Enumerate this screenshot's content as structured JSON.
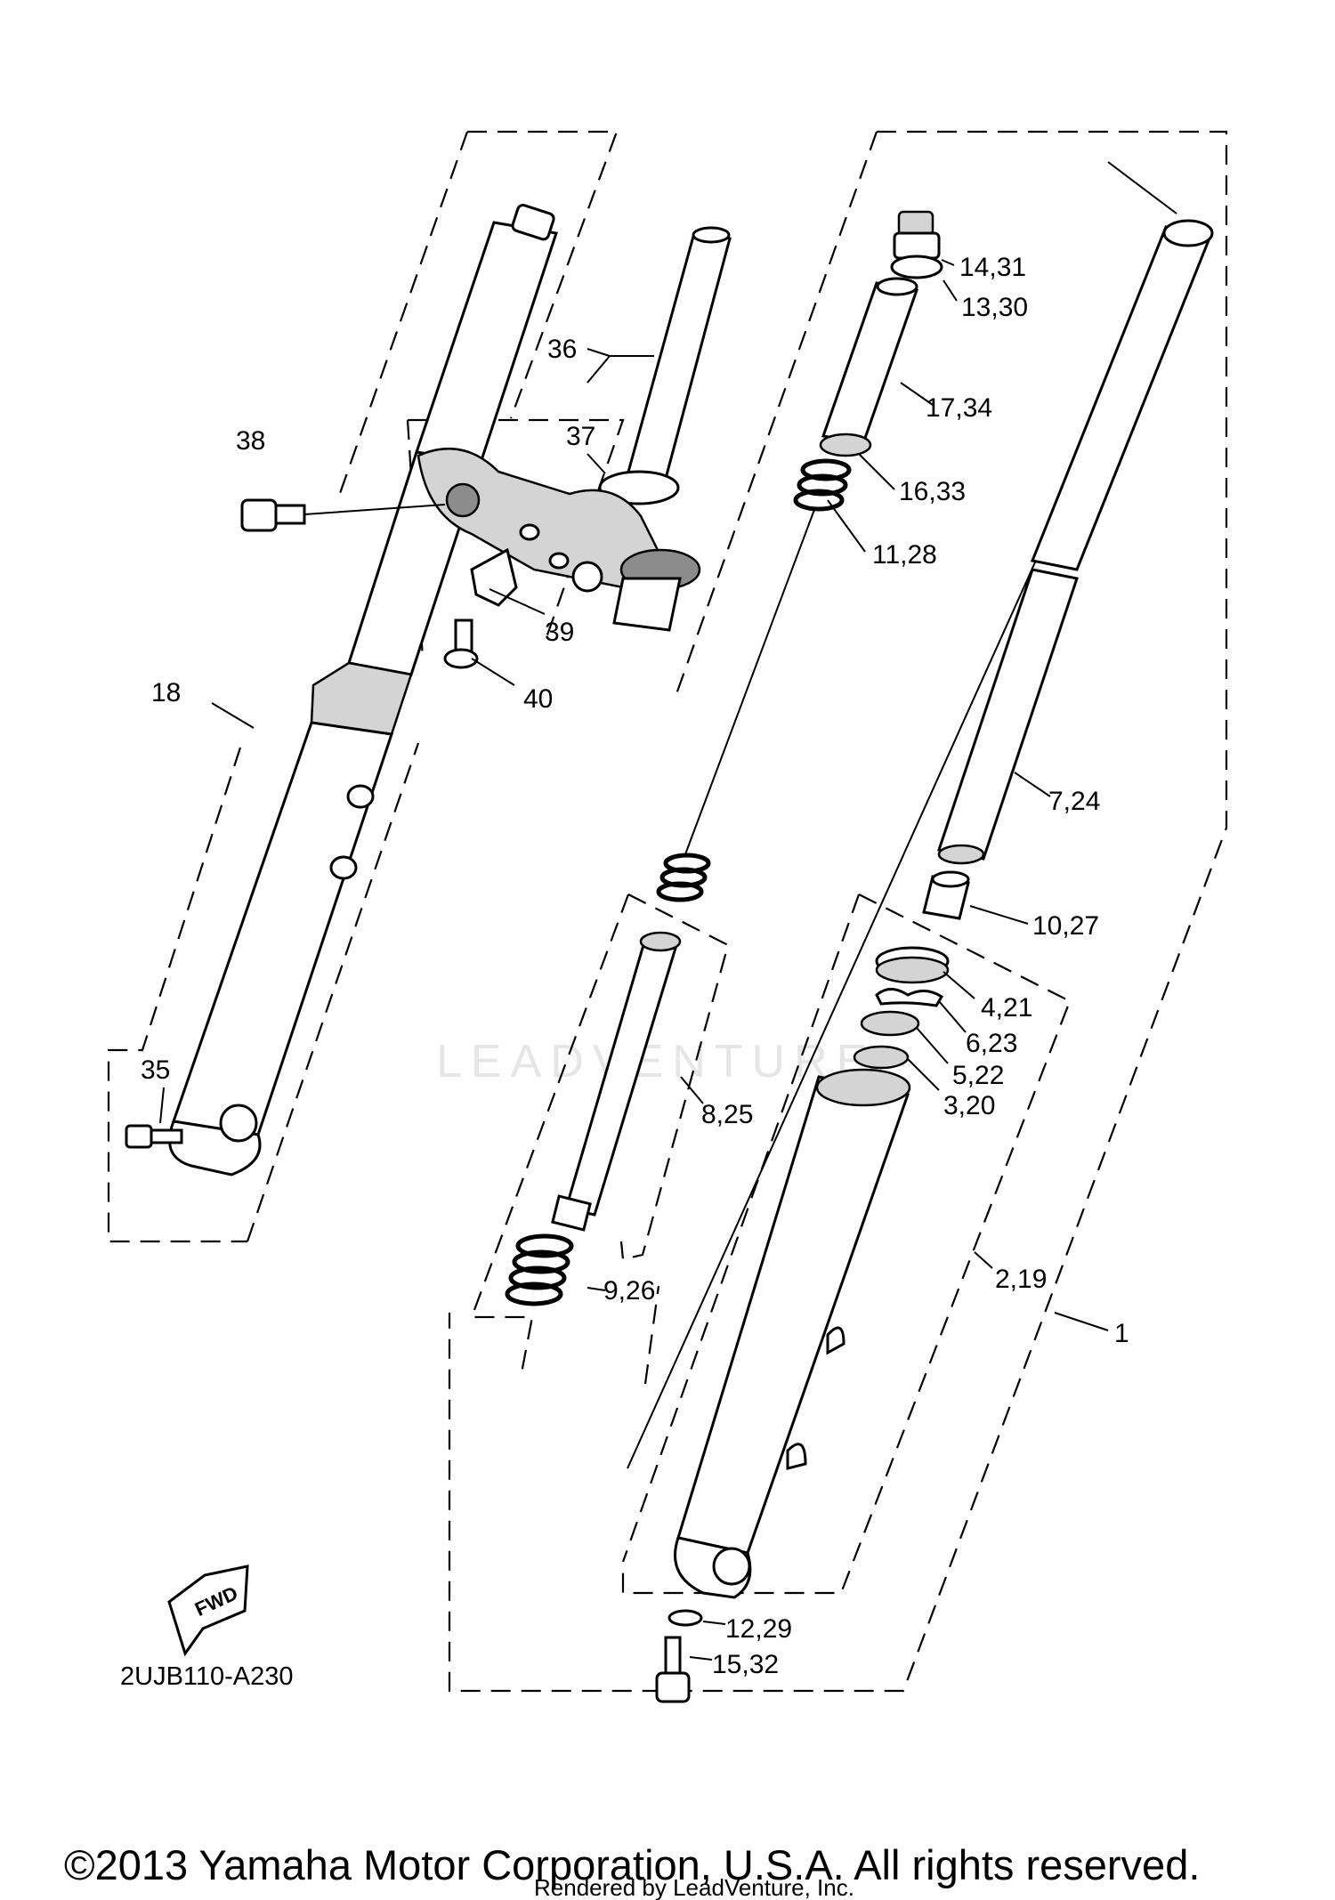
{
  "diagram_code": "2UJB110-A230",
  "fwd_label": "FWD",
  "copyright": "©2013 Yamaha Motor Corporation, U.S.A. All rights reserved.",
  "rendered_by": "Rendered by LeadVenture, Inc.",
  "watermark": "LEADVENTURE",
  "callouts": {
    "p1": "1",
    "p2_19": "2,19",
    "p3_20": "3,20",
    "p4_21": "4,21",
    "p5_22": "5,22",
    "p6_23": "6,23",
    "p7_24": "7,24",
    "p8_25": "8,25",
    "p9_26": "9,26",
    "p10_27": "10,27",
    "p11_28": "11,28",
    "p12_29": "12,29",
    "p13_30": "13,30",
    "p14_31": "14,31",
    "p15_32": "15,32",
    "p16_33": "16,33",
    "p17_34": "17,34",
    "p18": "18",
    "p35": "35",
    "p36": "36",
    "p37": "37",
    "p38": "38",
    "p39": "39",
    "p40": "40"
  }
}
